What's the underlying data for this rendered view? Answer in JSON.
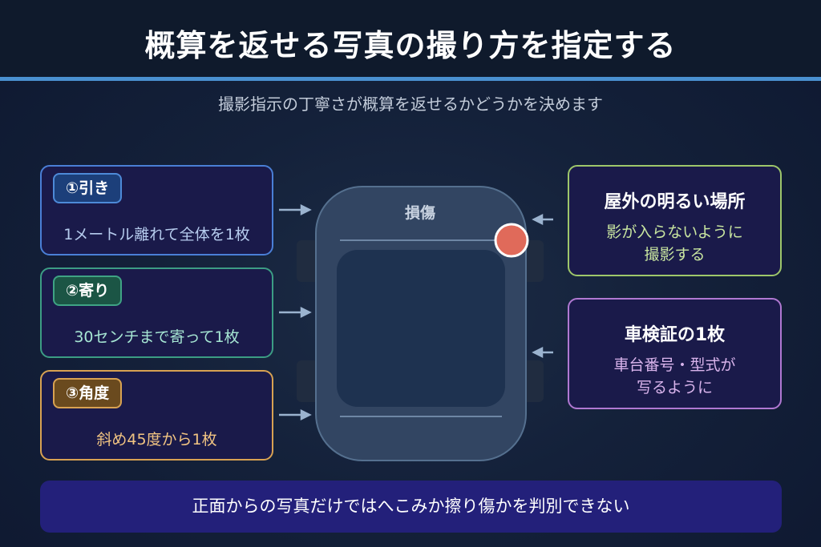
{
  "title": "概算を返せる写真の撮り方を指定する",
  "subtitle": "撮影指示の丁寧さが概算を返せるかどうかを決めます",
  "steps": [
    {
      "label": "①引き",
      "text": "1メートル離れて全体を1枚"
    },
    {
      "label": "②寄り",
      "text": "30センチまで寄って1枚"
    },
    {
      "label": "③角度",
      "text": "斜め45度から1枚"
    }
  ],
  "conditions": [
    {
      "title": "屋外の明るい場所",
      "lines": [
        "影が入らないように",
        "撮影する"
      ]
    },
    {
      "title": "車検証の1枚",
      "lines": [
        "車台番号・型式が",
        "写るように"
      ]
    }
  ],
  "car": {
    "damage_label": "損傷",
    "damage_color": "#e06a5a"
  },
  "colors": {
    "accent": "#4a90d0",
    "step1": "#4a7fd6",
    "step2": "#3c9d84",
    "step3": "#d8a252",
    "cond1": "#9ec76a",
    "cond2": "#b078d2"
  },
  "footer": "正面からの写真だけではへこみか擦り傷かを判別できない"
}
